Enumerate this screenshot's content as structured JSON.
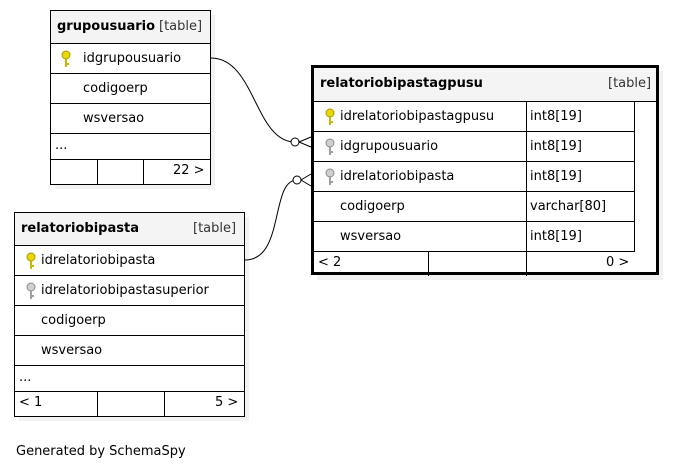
{
  "grupousuario": {
    "name": "grupousuario",
    "type": "[table]",
    "columns": [
      "idgrupousuario",
      "codigoerp",
      "wsversao"
    ],
    "more": "...",
    "footer_right": "22 >"
  },
  "relatoriobipasta": {
    "name": "relatoriobipasta",
    "type": "[table]",
    "columns": [
      "idrelatoriobipasta",
      "idrelatoriobipastasuperior",
      "codigoerp",
      "wsversao"
    ],
    "more": "...",
    "footer_left": "< 1",
    "footer_right": "5 >"
  },
  "relatoriobipastagpusu": {
    "name": "relatoriobipastagpusu",
    "type": "[table]",
    "columns": [
      {
        "name": "idrelatoriobipastagpusu",
        "type": "int8[19]"
      },
      {
        "name": "idgrupousuario",
        "type": "int8[19]"
      },
      {
        "name": "idrelatoriobipasta",
        "type": "int8[19]"
      },
      {
        "name": "codigoerp",
        "type": "varchar[80]"
      },
      {
        "name": "wsversao",
        "type": "int8[19]"
      }
    ],
    "footer_left": "< 2",
    "footer_right": "0 >"
  },
  "footer": {
    "generated_by": "Generated by SchemaSpy"
  },
  "colors": {
    "primary_key": "#e8d800",
    "foreign_key": "#b4b4b4"
  }
}
